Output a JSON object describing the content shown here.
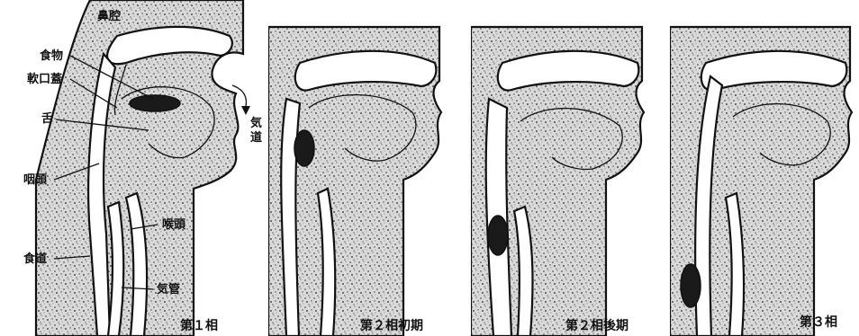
{
  "labels": {
    "nasal_cavity": "鼻腔",
    "food": "食物",
    "soft_palate": "軟口蓋",
    "tongue": "舌",
    "pharynx": "咽頭",
    "esophagus": "食道",
    "larynx": "喉頭",
    "trachea": "気管",
    "airway": "気道"
  },
  "panels": [
    {
      "caption": "第１相"
    },
    {
      "caption": "第２相初期"
    },
    {
      "caption": "第２相後期"
    },
    {
      "caption": "第３相"
    }
  ]
}
